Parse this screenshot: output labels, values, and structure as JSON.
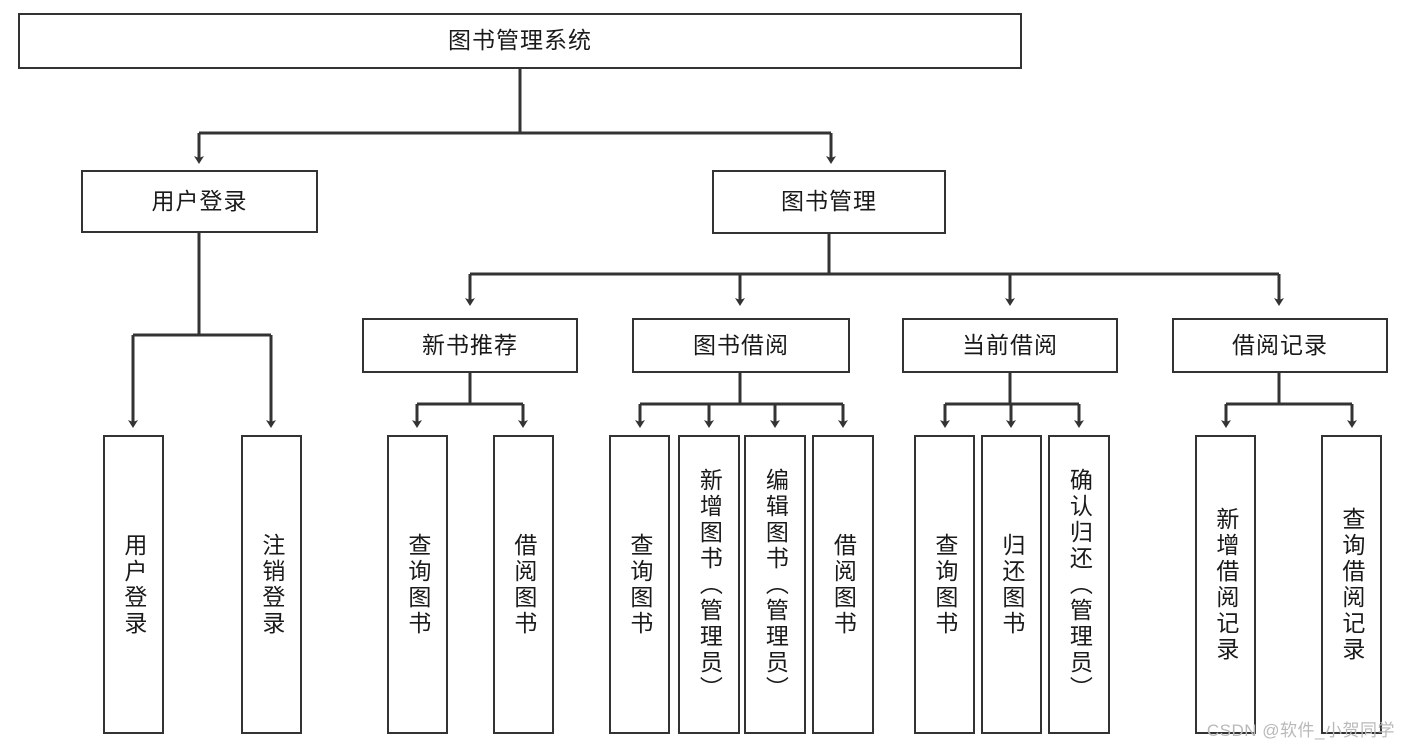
{
  "diagram": {
    "title": "图书管理系统",
    "type": "tree-hierarchy",
    "watermark": "CSDN @软件_小贺同学",
    "colors": {
      "stroke": "#333333",
      "fill": "#ffffff",
      "text": "#1a1a1a",
      "watermark": "#b9b9b9"
    }
  },
  "nodes": {
    "root": {
      "label": "图书管理系统"
    },
    "level2": [
      {
        "id": "user-login",
        "label": "用户登录"
      },
      {
        "id": "book-management",
        "label": "图书管理"
      }
    ],
    "level3": [
      {
        "id": "new-book-recommend",
        "label": "新书推荐"
      },
      {
        "id": "book-borrow",
        "label": "图书借阅"
      },
      {
        "id": "current-borrow",
        "label": "当前借阅"
      },
      {
        "id": "borrow-record",
        "label": "借阅记录"
      }
    ],
    "leaves": {
      "user-login": [
        {
          "id": "leaf-user-login",
          "label": "用户登录"
        },
        {
          "id": "leaf-user-logout",
          "label": "注销登录"
        }
      ],
      "new-book-recommend": [
        {
          "id": "leaf-query-book-1",
          "label": "查询图书"
        },
        {
          "id": "leaf-borrow-book-1",
          "label": "借阅图书"
        }
      ],
      "book-borrow": [
        {
          "id": "leaf-query-book-2",
          "label": "查询图书"
        },
        {
          "id": "leaf-add-book",
          "label": "新增图书（管理员）"
        },
        {
          "id": "leaf-edit-book",
          "label": "编辑图书（管理员）"
        },
        {
          "id": "leaf-borrow-book-2",
          "label": "借阅图书"
        }
      ],
      "current-borrow": [
        {
          "id": "leaf-query-book-3",
          "label": "查询图书"
        },
        {
          "id": "leaf-return-book",
          "label": "归还图书"
        },
        {
          "id": "leaf-confirm-return",
          "label": "确认归还（管理员）"
        }
      ],
      "borrow-record": [
        {
          "id": "leaf-add-record",
          "label": "新增借阅记录"
        },
        {
          "id": "leaf-query-record",
          "label": "查询借阅记录"
        }
      ]
    }
  }
}
